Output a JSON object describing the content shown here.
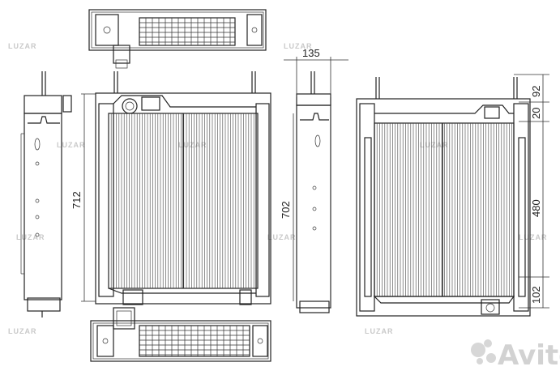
{
  "drawing": {
    "dimensions": {
      "top_width": "135",
      "height_left": "712",
      "height_right_side": "702",
      "top_offset": "92",
      "inlet_offset": "20",
      "core_height": "480",
      "bottom_offset": "102"
    },
    "watermarks": [
      "LUZAR",
      "LUZAR",
      "LUZAR",
      "LUZAR",
      "LUZAR",
      "LUZAR",
      "LUZAR",
      "LUZAR",
      "LUZAR",
      "LUZAR"
    ],
    "brand_mark": "Avito"
  }
}
